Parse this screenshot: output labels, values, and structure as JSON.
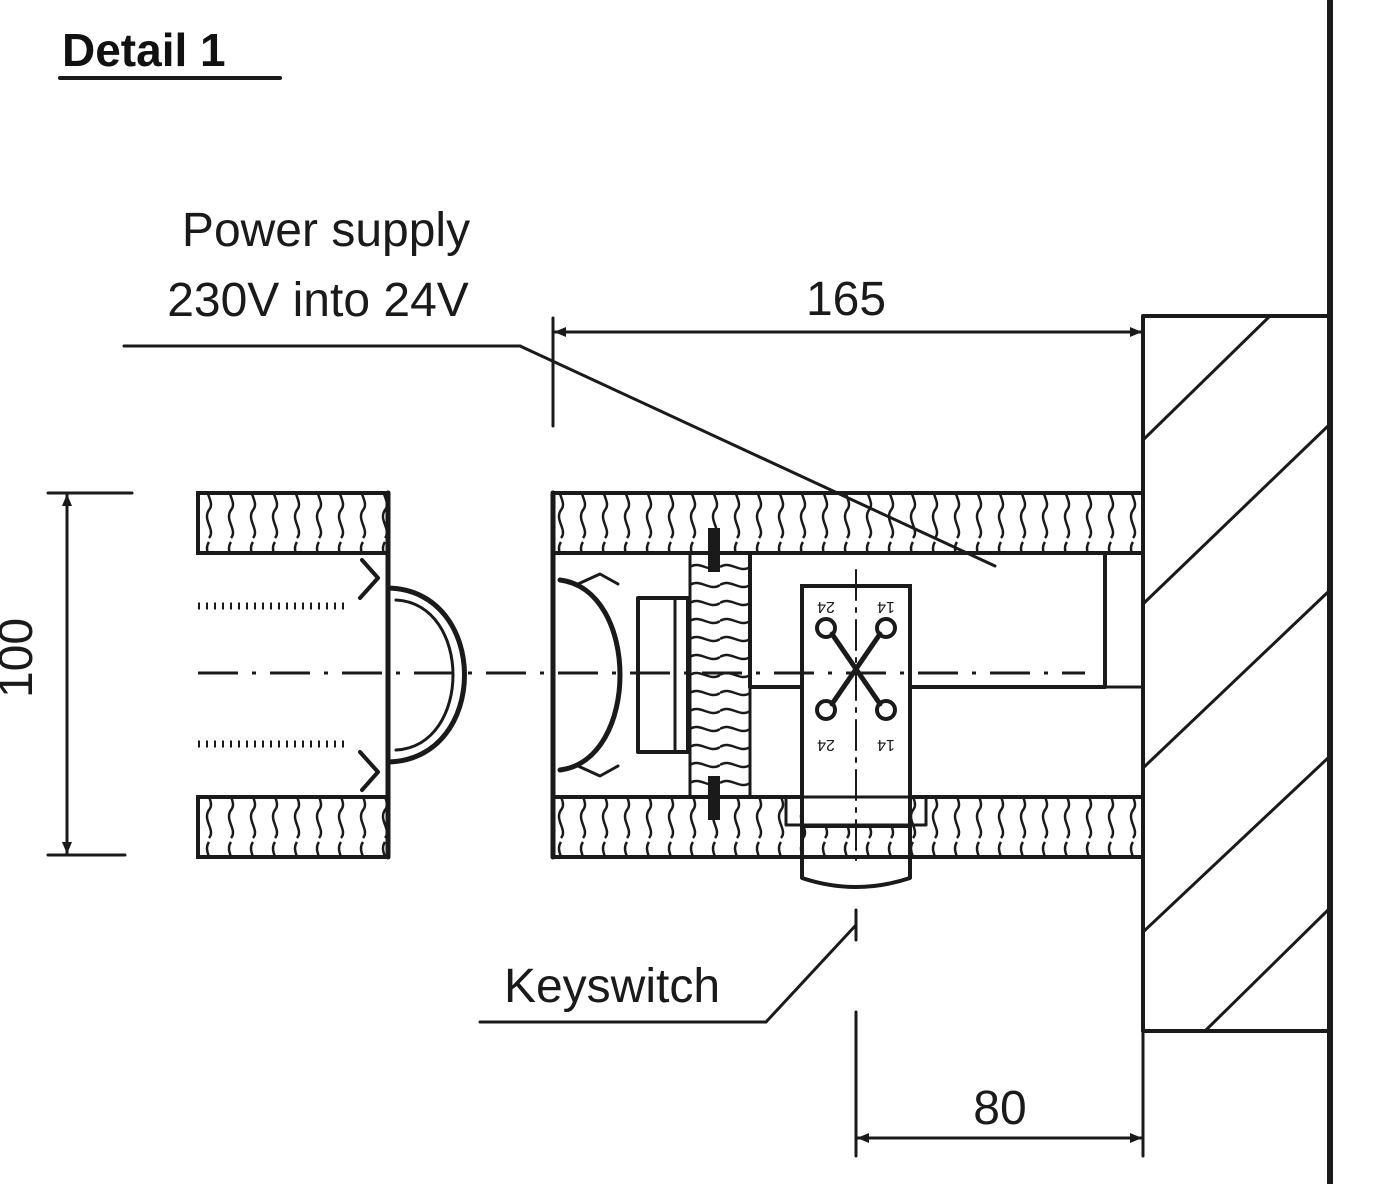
{
  "detail": {
    "title": "Detail 1"
  },
  "labels": {
    "power_supply_line1": "Power supply",
    "power_supply_line2": "230V into 24V",
    "keyswitch": "Keyswitch"
  },
  "dimensions": {
    "length": "165",
    "height": "100",
    "depth": "80"
  },
  "terminals": {
    "top_left": "24",
    "top_right": "14",
    "bottom_left": "24",
    "bottom_right": "14"
  }
}
